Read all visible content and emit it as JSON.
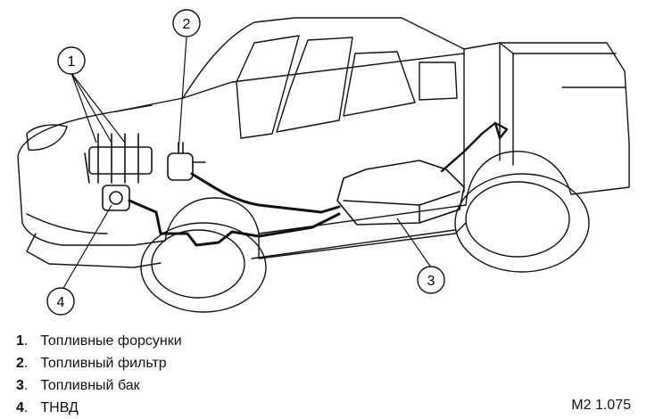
{
  "callouts": [
    {
      "number": "1"
    },
    {
      "number": "2"
    },
    {
      "number": "3"
    },
    {
      "number": "4"
    }
  ],
  "legend": [
    {
      "number": "1",
      "sep": ".",
      "label": "Топливные форсунки"
    },
    {
      "number": "2",
      "sep": ".",
      "label": "Топливный фильтр"
    },
    {
      "number": "3",
      "sep": ".",
      "label": "Топливный бак"
    },
    {
      "number": "4",
      "sep": ".",
      "label": "ТНВД"
    }
  ],
  "figure_code": "M2 1.075"
}
